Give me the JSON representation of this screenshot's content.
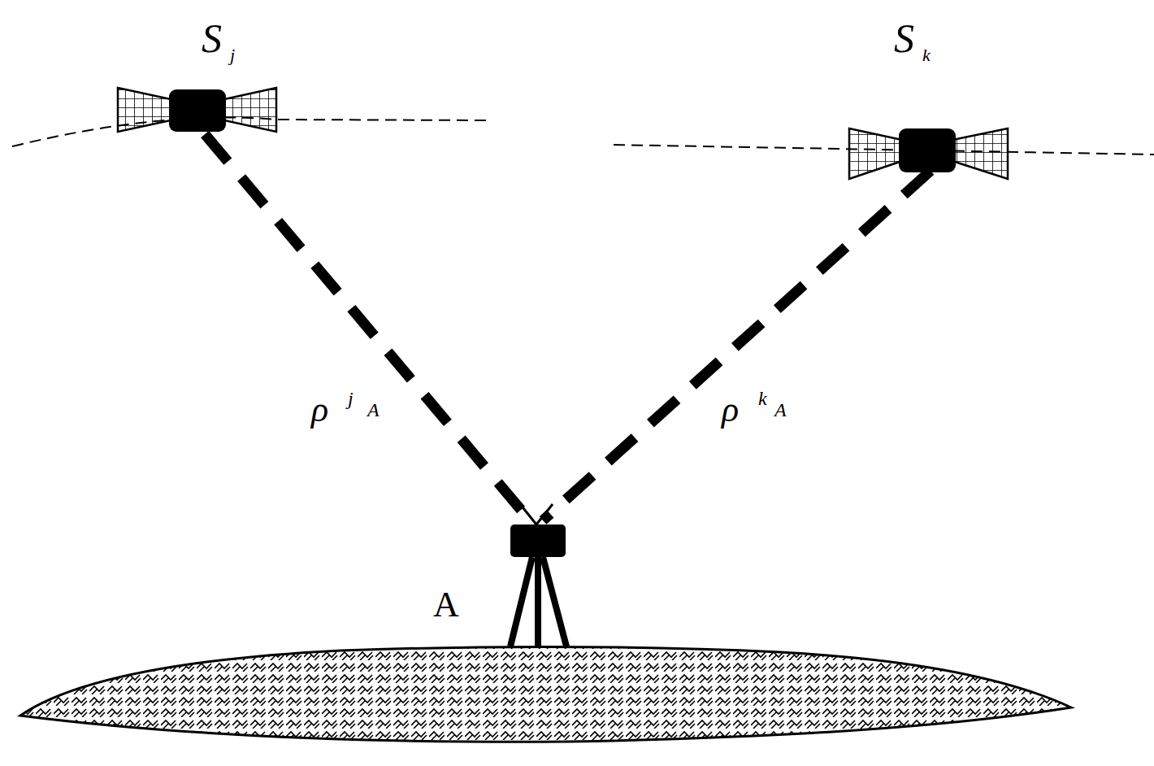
{
  "diagram": {
    "labels": [
      "S",
      "j",
      "S",
      "k",
      "ρ",
      "j",
      "A",
      "ρ",
      "k",
      "A",
      "A"
    ]
  }
}
